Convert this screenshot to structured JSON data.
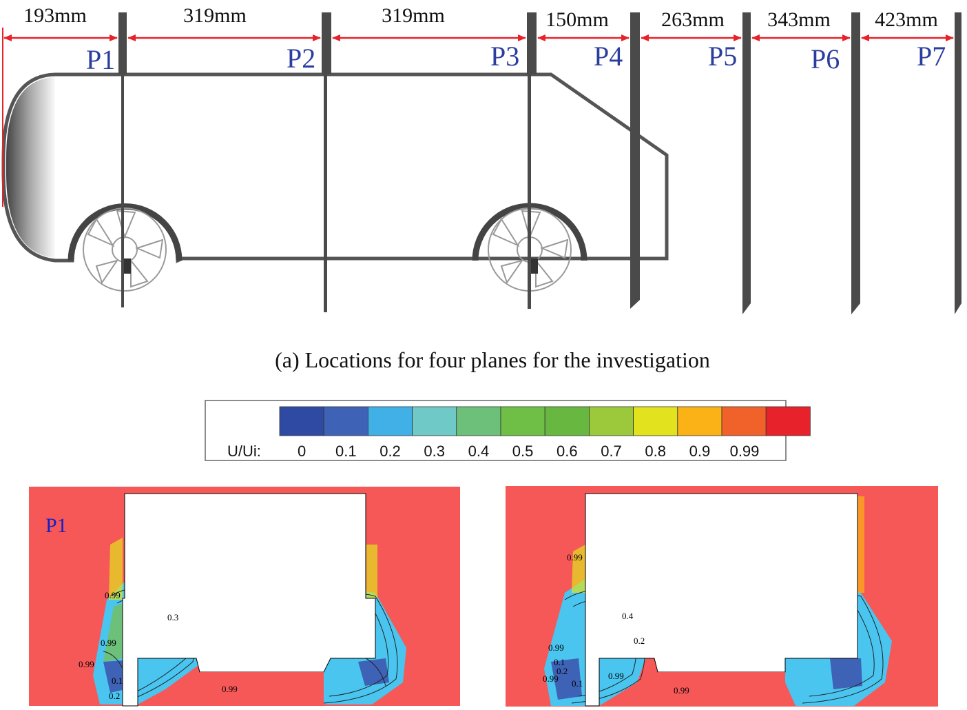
{
  "dimensions": [
    "193mm",
    "319mm",
    "319mm",
    "150mm",
    "263mm",
    "343mm",
    "423mm"
  ],
  "planes": [
    "P1",
    "P2",
    "P3",
    "P4",
    "P5",
    "P6",
    "P7"
  ],
  "caption_a": "(a) Locations for four planes for the investigation",
  "colorbar": {
    "title": "U/Ui:",
    "ticks": [
      "0",
      "0.1",
      "0.2",
      "0.3",
      "0.4",
      "0.5",
      "0.6",
      "0.7",
      "0.8",
      "0.9",
      "0.99"
    ],
    "colors": [
      "#2f4aa3",
      "#3e62b5",
      "#41b0e6",
      "#6ec9c7",
      "#6cc07a",
      "#6fbe45",
      "#67b740",
      "#9cc93c",
      "#e2e21e",
      "#fbb216",
      "#f1622a",
      "#e8222b"
    ]
  },
  "panel_left": {
    "tag": "P1",
    "labels": [
      "0.99",
      "0.3",
      "0.99",
      "0.99",
      "0.1",
      "0.2",
      "0.99"
    ]
  },
  "panel_right": {
    "labels": [
      "0.99",
      "0.4",
      "0.2",
      "0.99",
      "0.1",
      "0.2",
      "0.99",
      "0.1",
      "0.99",
      "0.99"
    ]
  }
}
